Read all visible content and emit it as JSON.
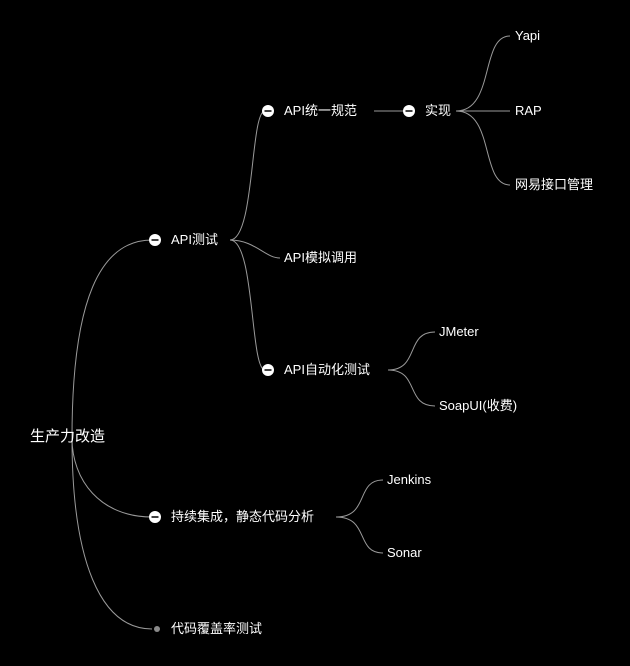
{
  "root": {
    "label": "生产力改造"
  },
  "branches": [
    {
      "label": "API测试",
      "collapsed": false,
      "children": [
        {
          "label": "API统一规范",
          "collapsed": false,
          "children": [
            {
              "label": "实现",
              "collapsed": false,
              "children": [
                {
                  "label": "Yapi"
                },
                {
                  "label": "RAP"
                },
                {
                  "label": "网易接口管理"
                }
              ]
            }
          ]
        },
        {
          "label": "API模拟调用"
        },
        {
          "label": "API自动化测试",
          "collapsed": false,
          "children": [
            {
              "label": "JMeter"
            },
            {
              "label": "SoapUI(收费)"
            }
          ]
        }
      ]
    },
    {
      "label": "持续集成，静态代码分析",
      "collapsed": false,
      "children": [
        {
          "label": "Jenkins"
        },
        {
          "label": "Sonar"
        }
      ]
    },
    {
      "label": "代码覆盖率测试"
    }
  ],
  "colors": {
    "background": "#000000",
    "line": "#9a9a9a",
    "text": "#ffffff",
    "leaf_dot": "#8a8a8a"
  }
}
